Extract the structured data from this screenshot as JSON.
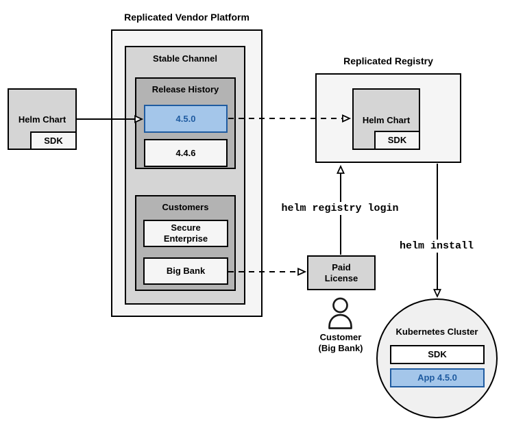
{
  "vendor_platform": {
    "title": "Replicated Vendor Platform",
    "stable_channel": {
      "title": "Stable Channel",
      "release_history": {
        "title": "Release History",
        "releases": [
          "4.5.0",
          "4.4.6"
        ],
        "highlighted_release": "4.5.0"
      },
      "customers": {
        "title": "Customers",
        "items": [
          "Secure Enterprise",
          "Big Bank"
        ]
      }
    }
  },
  "source_chart": {
    "label": "Helm Chart",
    "sdk": "SDK"
  },
  "registry": {
    "title": "Replicated Registry",
    "helm_chart": "Helm Chart",
    "sdk": "SDK"
  },
  "paid_license": {
    "label": "Paid License"
  },
  "customer_caption": {
    "line1": "Customer",
    "line2": "(Big Bank)"
  },
  "commands": {
    "registry_login": "helm registry login",
    "install": "helm install"
  },
  "cluster": {
    "title": "Kubernetes Cluster",
    "sdk": "SDK",
    "app": "App 4.5.0"
  },
  "colors": {
    "box_light": "#f5f5f5",
    "box_gray": "#d5d5d5",
    "box_dark_gray": "#b3b3b3",
    "highlight_fill": "#a4c6ea",
    "highlight_stroke": "#1f5ba0",
    "line": "#000000"
  }
}
